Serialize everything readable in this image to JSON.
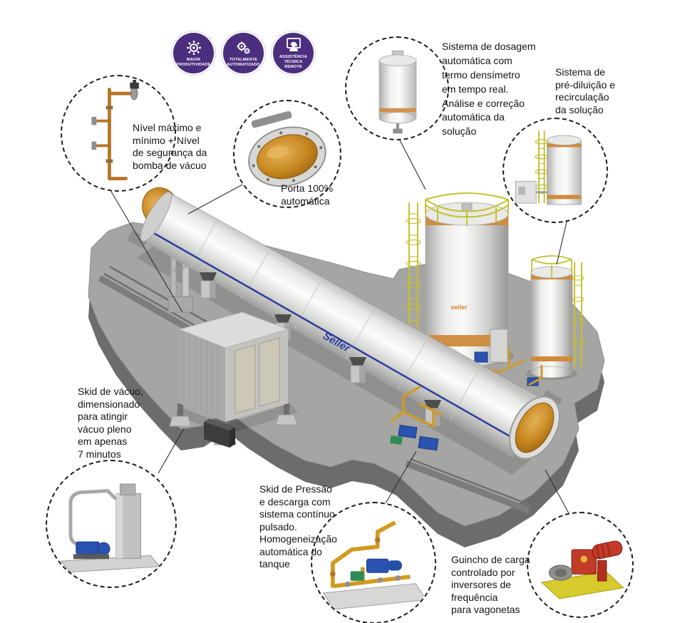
{
  "badges": [
    {
      "icon": "gear-icon",
      "label": "MAIOR\nPRODUTIVIDADE"
    },
    {
      "icon": "automation-icon",
      "label": "TOTALMENTE\nAUTOMATIZADO"
    },
    {
      "icon": "remote-support-icon",
      "label": "ASSISTÊNCIA TÉCNICA\nREMOTA"
    }
  ],
  "callouts": [
    {
      "id": "nivel-seguranca",
      "illustration": "level-pipes",
      "label": "Nível máximo e\nmínimo + Nível\nde segurança da\nbomba de vácuo"
    },
    {
      "id": "porta-automatica",
      "illustration": "autoclave-door",
      "label": "Porta 100%\nautomática"
    },
    {
      "id": "dosagem-automatica",
      "illustration": "dosing-tank",
      "label": "Sistema de dosagem\nautomática com\ntermo densímetro\nem tempo real.\nAnálise e correção\nautomática da\nsolução"
    },
    {
      "id": "pre-diluicao",
      "illustration": "dilution-tank",
      "label": "Sistema de\npré-diluição e\nrecirculação\nda solução"
    },
    {
      "id": "skid-vacuo",
      "illustration": "vacuum-skid",
      "label": "Skid de vácuo,\ndimensionado\npara atingir\nvácuo pleno\nem apenas\n7 minutos"
    },
    {
      "id": "skid-pressao",
      "illustration": "pressure-skid",
      "label": "Skid de Pressão\ne descarga com\nsistema contínuo\npulsado.\nHomogeneização\nautomática do\ntanque"
    },
    {
      "id": "guincho-carga",
      "illustration": "winch",
      "label": "Guincho de carga\ncontrolado por\ninversores de\nfrequência\npara vagonetas"
    }
  ],
  "scene": {
    "autoclave_brand": "Seller",
    "tank_brand": "seller"
  },
  "colors": {
    "badge_purple": "#4b2e7e",
    "door_orange": "#c5861f",
    "rail_yellow": "#c4c12e",
    "pipe_orange": "#cf9a2a",
    "pump_blue": "#2a52b0",
    "winch_red": "#c23a28",
    "winch_base_yellow": "#d6ca2e",
    "platform_gray": "#a5a5a3",
    "stripe_blue": "#2a3f9e"
  }
}
